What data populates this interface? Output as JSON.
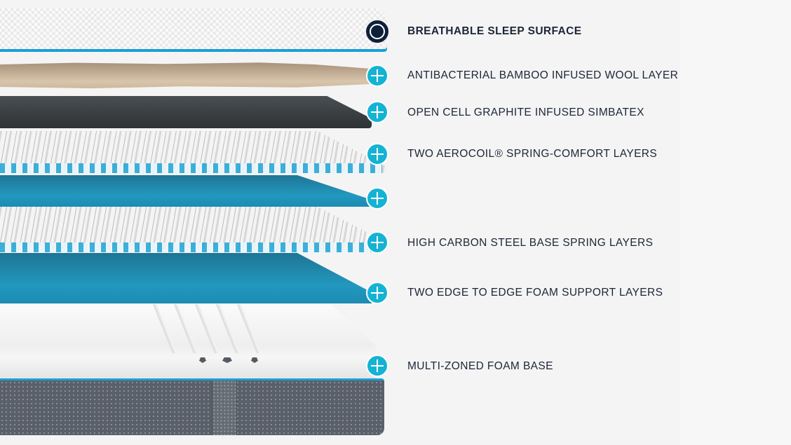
{
  "colors": {
    "accent": "#14b3d3",
    "active_hotspot": "#0e1f3a",
    "label_text": "#1c2636",
    "background": "#f4f4f4"
  },
  "layers": [
    {
      "label": "BREATHABLE SLEEP SURFACE",
      "icon": "active-circle-icon",
      "active": true
    },
    {
      "label": "ANTIBACTERIAL BAMBOO INFUSED WOOL LAYER",
      "icon": "plus-icon",
      "active": false
    },
    {
      "label": "OPEN CELL GRAPHITE INFUSED SIMBATEX",
      "icon": "plus-icon",
      "active": false
    },
    {
      "label": "TWO AEROCOIL® SPRING-COMFORT LAYERS",
      "icon": "plus-icon",
      "active": false
    },
    {
      "label": "",
      "icon": "plus-icon",
      "active": false
    },
    {
      "label": "HIGH CARBON STEEL BASE SPRING LAYERS",
      "icon": "plus-icon",
      "active": false
    },
    {
      "label": "TWO EDGE TO EDGE FOAM SUPPORT LAYERS",
      "icon": "plus-icon",
      "active": false
    },
    {
      "label": "MULTI-ZONED FOAM BASE",
      "icon": "plus-icon",
      "active": false
    }
  ]
}
